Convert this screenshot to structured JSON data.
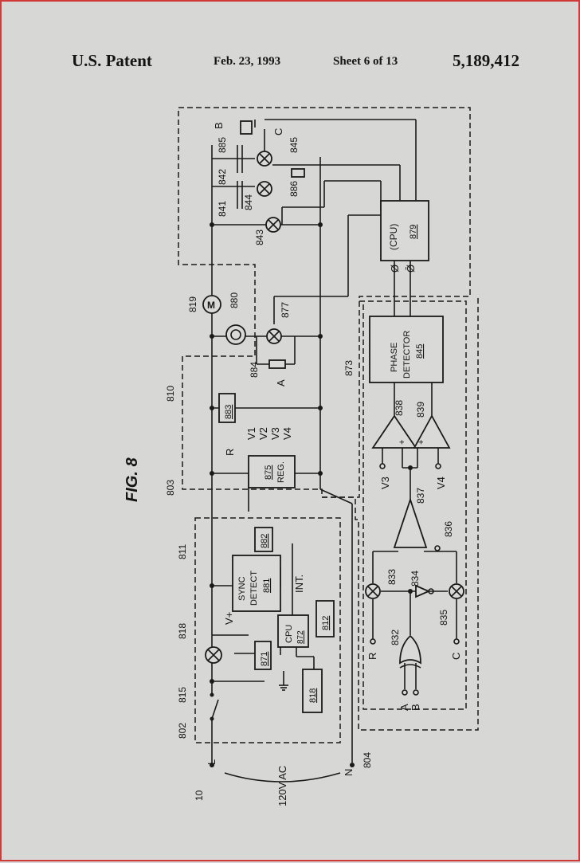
{
  "header": {
    "patent_label": "U.S. Patent",
    "date": "Feb. 23, 1993",
    "sheet": "Sheet 6 of 13",
    "patent_number": "5,189,412"
  },
  "figure": {
    "title": "FIG. 8",
    "blocks": {
      "cpu_879": [
        "(CPU)",
        "879"
      ],
      "phase_detector": [
        "PHASE",
        "DETECTOR",
        "845"
      ],
      "reg_875": [
        "875",
        "REG."
      ],
      "box_883": "883",
      "sync_detect": [
        "SYNC",
        "DETECT",
        "881"
      ],
      "box_882": "882",
      "cpu_872": [
        "CPU",
        "872"
      ],
      "box_812": "812",
      "box_871": "871",
      "box_818b": "818"
    },
    "ref_labels": [
      "885",
      "842",
      "841",
      "844",
      "845",
      "886",
      "843",
      "819",
      "880",
      "877",
      "884",
      "810",
      "803",
      "811",
      "818",
      "815",
      "802",
      "10",
      "804",
      "873",
      "838",
      "839",
      "837",
      "836",
      "833",
      "834",
      "832",
      "835"
    ],
    "signal_labels": {
      "B": "B",
      "C": "C",
      "A": "A",
      "R": "R",
      "L": "L",
      "N": "N",
      "phi": "Ø",
      "phi_bar": "Ø̄",
      "v1": "V1",
      "v2": "V2",
      "v3": "V3",
      "v4": "V4",
      "v3_cmp": "V3",
      "v4_cmp": "V4",
      "vplus": "V+",
      "int": "INT.",
      "ac": "120V AC",
      "plus": "+",
      "minus": "-",
      "in_r": "R",
      "in_c": "C",
      "in_a": "A",
      "in_b": "B"
    }
  }
}
